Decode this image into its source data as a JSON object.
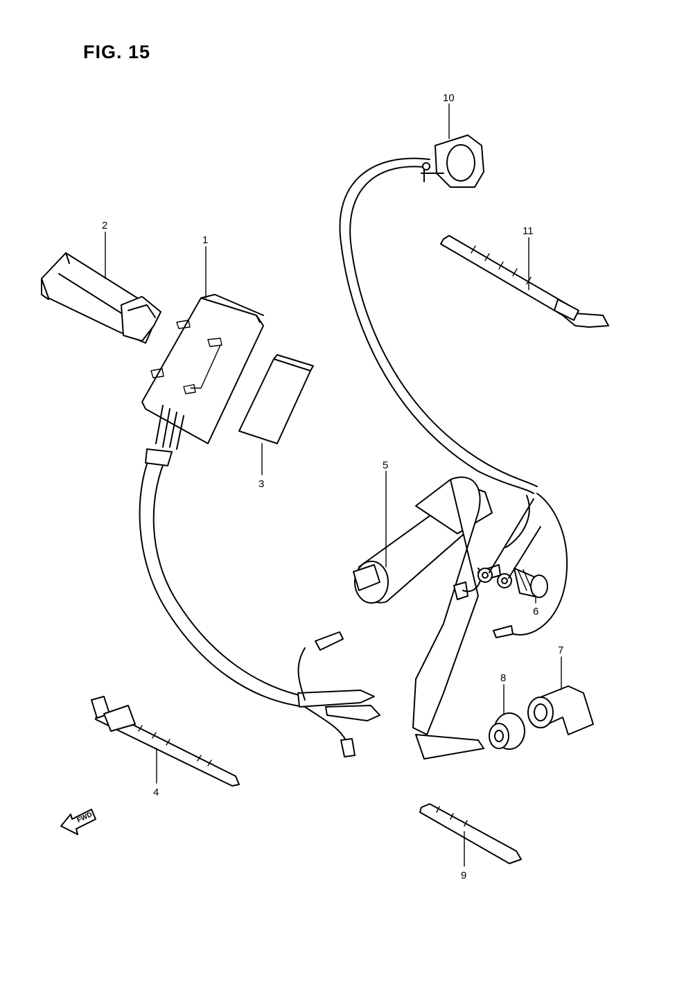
{
  "figure": {
    "title": "FIG. 15"
  },
  "callouts": [
    {
      "id": "1",
      "label": "1"
    },
    {
      "id": "2",
      "label": "2"
    },
    {
      "id": "3",
      "label": "3"
    },
    {
      "id": "4",
      "label": "4"
    },
    {
      "id": "5",
      "label": "5"
    },
    {
      "id": "6",
      "label": "6"
    },
    {
      "id": "7",
      "label": "7"
    },
    {
      "id": "8",
      "label": "8"
    },
    {
      "id": "9",
      "label": "9"
    },
    {
      "id": "10",
      "label": "10"
    },
    {
      "id": "11",
      "label": "11"
    }
  ],
  "direction_marker": {
    "label": "FWD"
  }
}
